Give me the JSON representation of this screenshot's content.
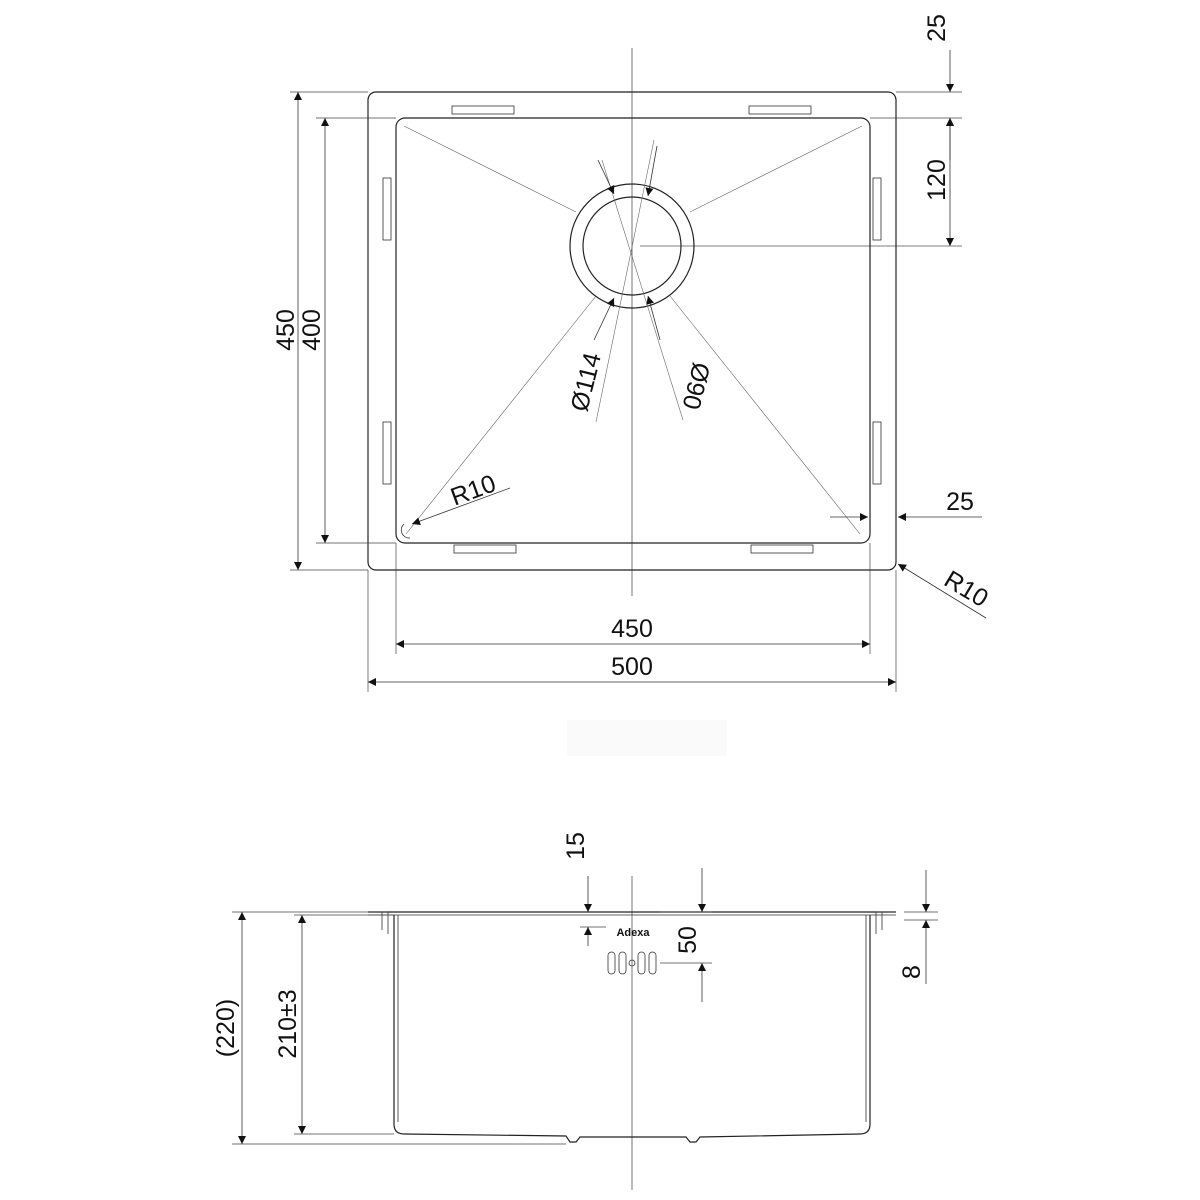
{
  "top_view": {
    "dims": {
      "flange_top": "25",
      "drain_offset": "120",
      "outer_height": "450",
      "inner_height": "400",
      "drain_diameter": "Ø114",
      "outlet_diameter": "Ø90",
      "inner_radius": "R10",
      "side_flange": "25",
      "outer_radius": "R10",
      "inner_width": "450",
      "outer_width": "500"
    }
  },
  "side_view": {
    "dims": {
      "overall_depth": "(220)",
      "bowl_depth": "210±3",
      "overflow_offset": "15",
      "overflow_height": "50",
      "flange_thickness": "8"
    },
    "brand_label": "Adexa"
  }
}
